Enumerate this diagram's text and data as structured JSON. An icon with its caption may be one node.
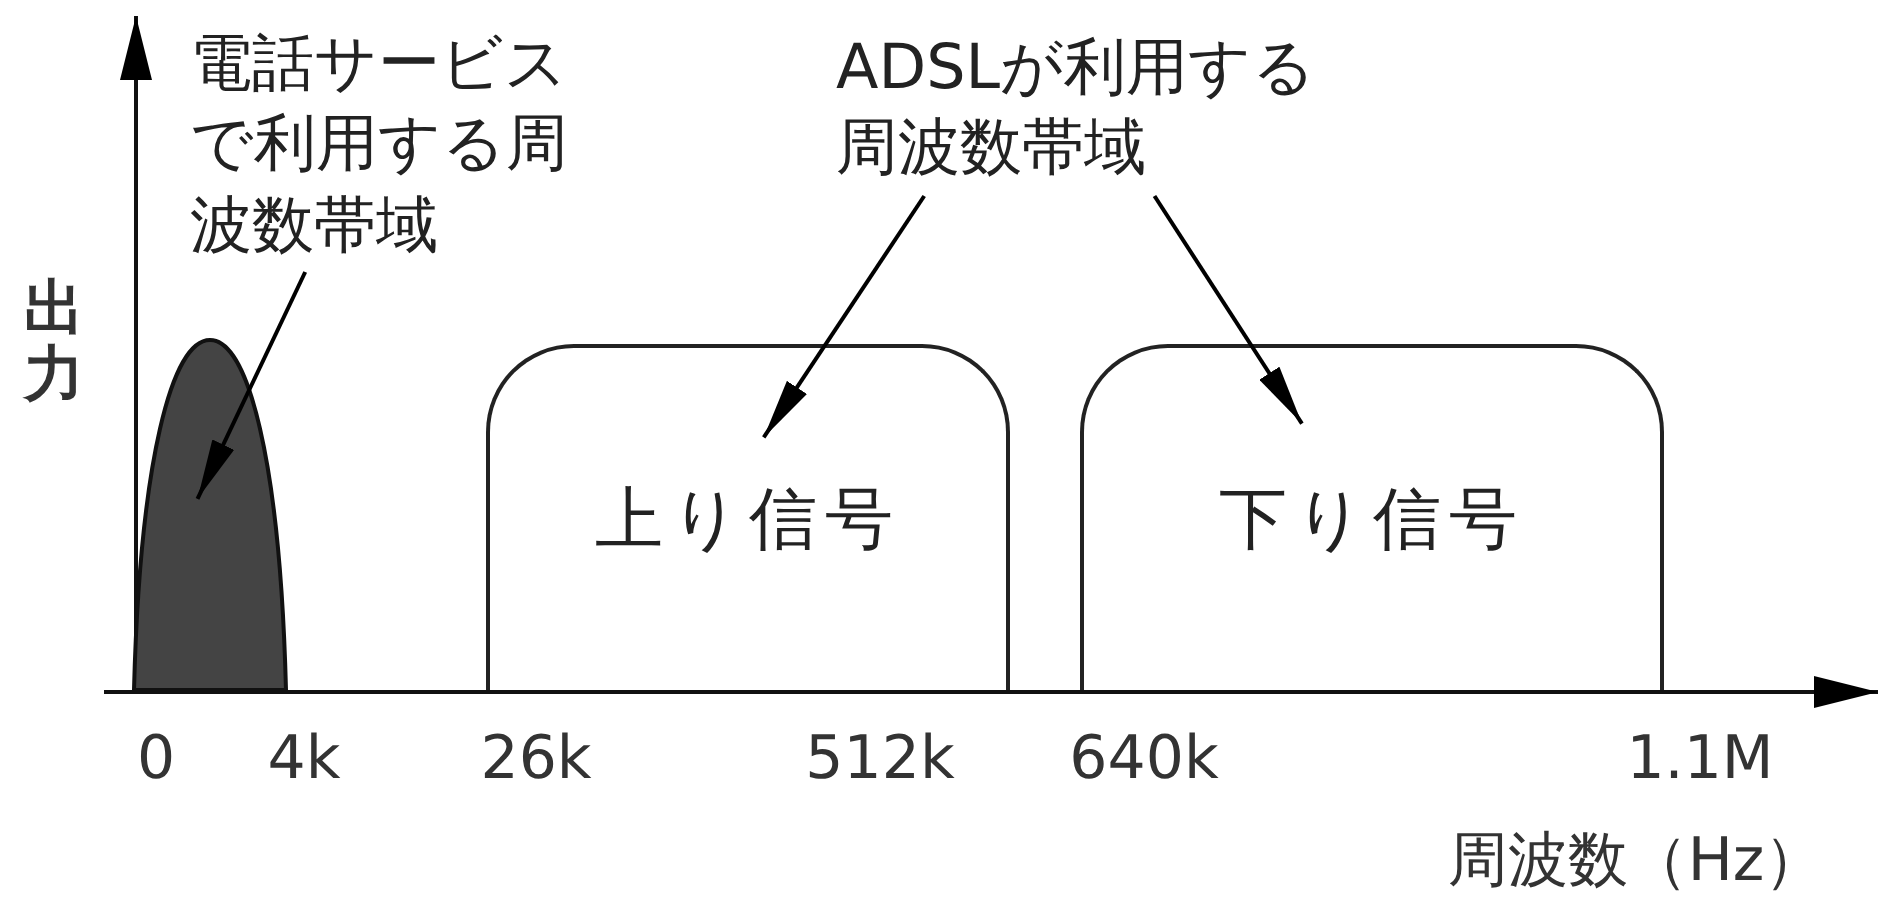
{
  "diagram": {
    "nodes": [
      {
        "text": [
          "電話サービスで利用する周波数帯域"
        ]
      },
      {
        "text": [
          "ADSLが利用する周波数帯域"
        ]
      },
      {
        "text": [],
        "shape": "hump"
      },
      {
        "text": [
          "上り信号"
        ]
      },
      {
        "text": [
          "下り信号"
        ]
      }
    ],
    "edges": [
      {
        "from": 0,
        "to": 2,
        "arrow": "to"
      },
      {
        "from": 1,
        "to": 3,
        "arrow": "to"
      },
      {
        "from": 1,
        "to": 4,
        "arrow": "to"
      }
    ],
    "labels": [
      "出力",
      "0",
      "4k",
      "26k",
      "512k",
      "640k",
      "1.1M",
      "周波数（Hz）"
    ]
  }
}
